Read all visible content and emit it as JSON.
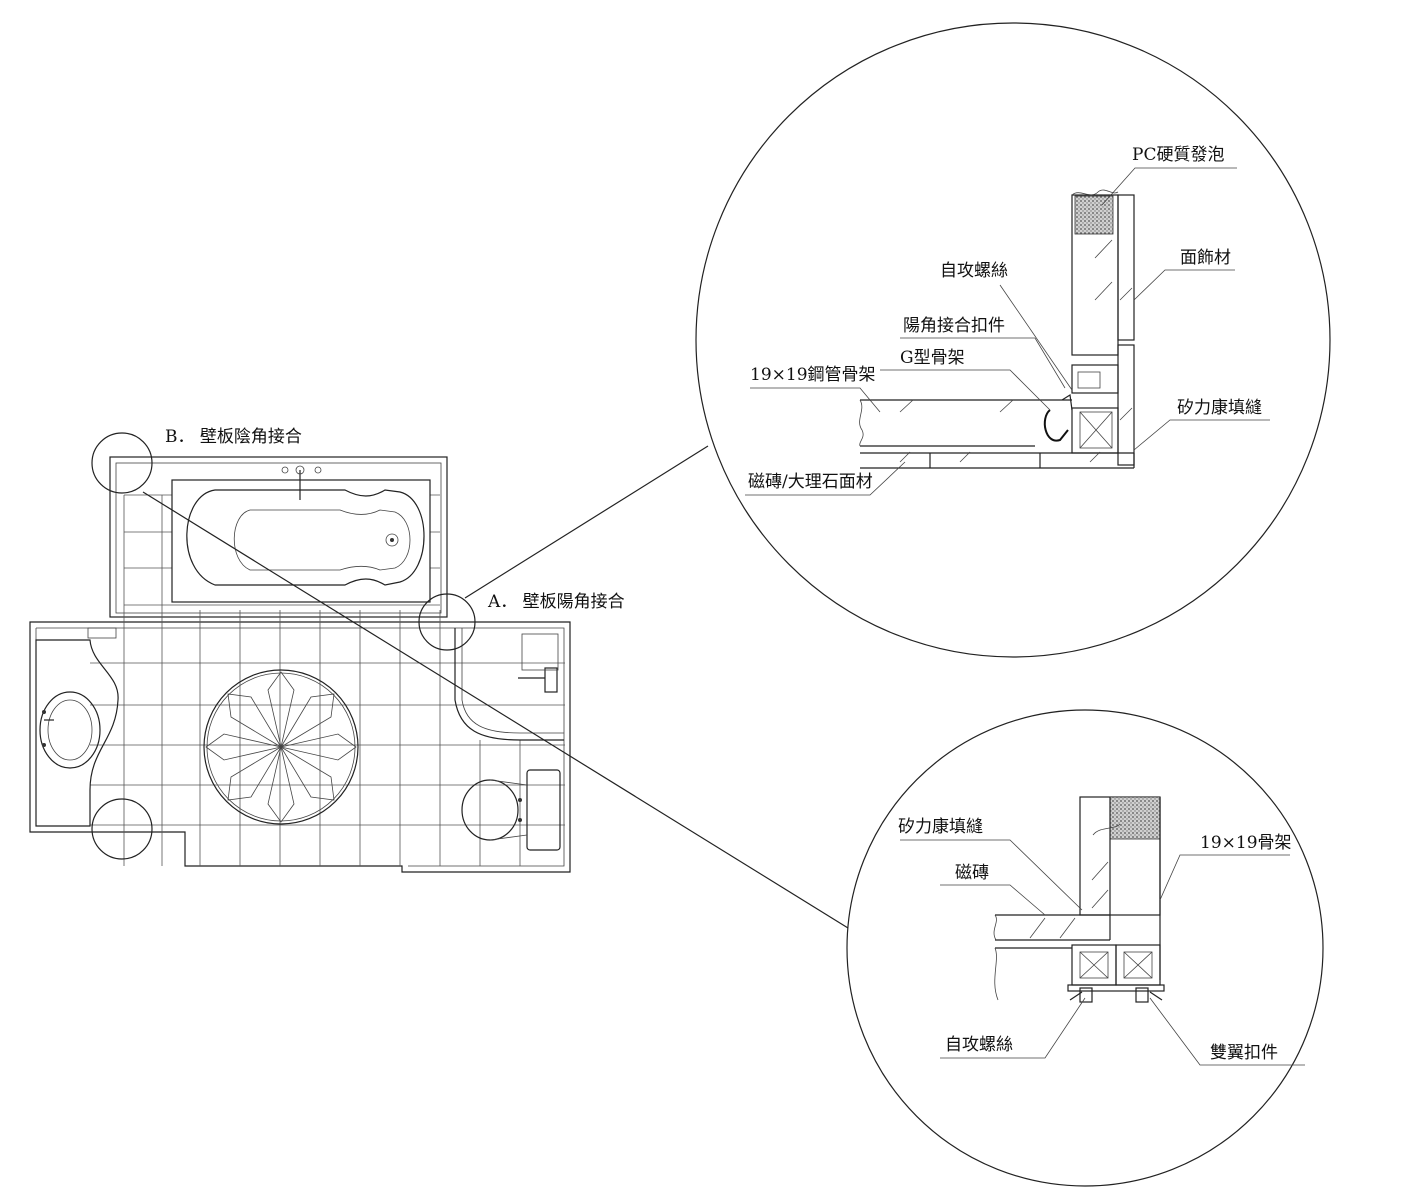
{
  "plan": {
    "callout_a": "A． 壁板陽角接合",
    "callout_b": "B． 壁板陰角接合"
  },
  "detail_a": {
    "pc_foam": "PC硬質發泡",
    "self_tapping_screw": "自攻螺絲",
    "facing_material": "面飾材",
    "outside_corner_clip": "陽角接合扣件",
    "g_frame": "G型骨架",
    "steel_tube_frame": "19×19鋼管骨架",
    "silicone_filler": "矽力康填縫",
    "tile_marble_facing": "磁磚/大理石面材"
  },
  "detail_b": {
    "silicone_filler": "矽力康填縫",
    "frame_19": "19×19骨架",
    "tile": "磁磚",
    "self_tapping_screw": "自攻螺絲",
    "double_wing_clip": "雙翼扣件"
  },
  "colors": {
    "line": "#222222",
    "background": "#ffffff",
    "foam_fill": "#bbbbbb"
  }
}
